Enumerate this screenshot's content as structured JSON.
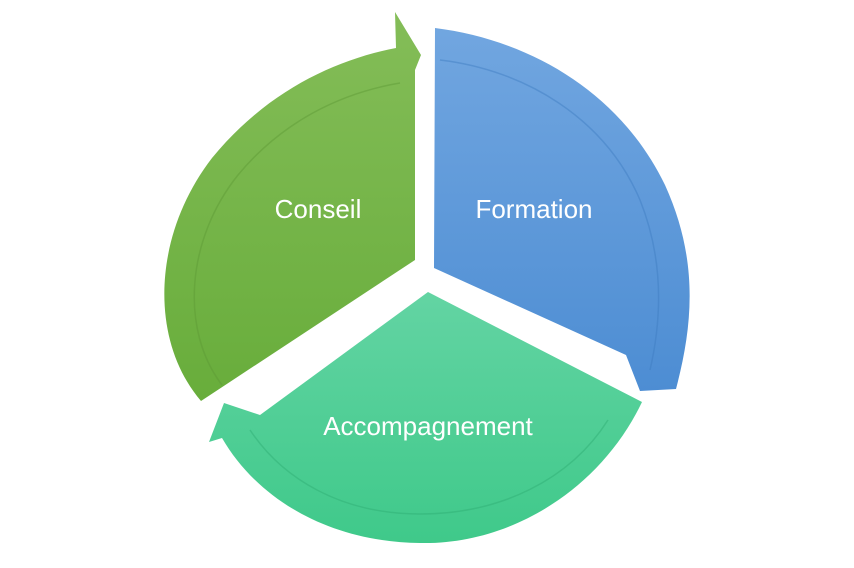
{
  "diagram": {
    "segments": [
      {
        "key": "conseil",
        "label": "Conseil",
        "color": "#6AAF3F",
        "color_light": "#85BD5A"
      },
      {
        "key": "formation",
        "label": "Formation",
        "color": "#4E8ED4",
        "color_light": "#6DA3DE"
      },
      {
        "key": "accompagnement",
        "label": "Accompagnement",
        "color": "#3EC98A",
        "color_light": "#63D4A2"
      }
    ],
    "arrow_direction": "clockwise"
  }
}
